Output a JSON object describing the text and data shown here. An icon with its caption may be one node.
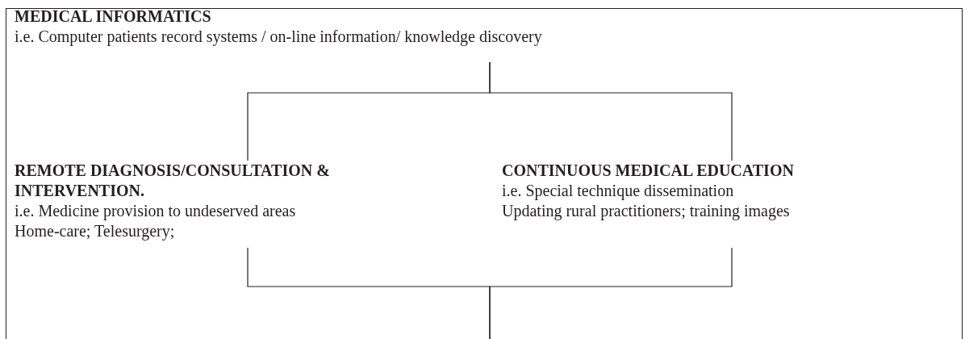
{
  "diagram": {
    "nodes": [
      {
        "text": [
          "MEDICAL INFORMATICS",
          "i.e. Computer patients record systems / on-line information/ knowledge discovery"
        ]
      },
      {
        "text": [
          "REMOTE DIAGNOSIS/CONSULTATION & INTERVENTION.",
          "i.e. Medicine provision to undeserved areas",
          "Home-care; Telesurgery;"
        ]
      },
      {
        "text": [
          "CONTINUOUS MEDICAL EDUCATION",
          "i.e. Special technique dissemination",
          "Updating rural practitioners; training images"
        ]
      }
    ],
    "edges": [
      {
        "from": 0,
        "to": 1,
        "arrow": "none"
      },
      {
        "from": 0,
        "to": 2,
        "arrow": "none"
      },
      {
        "from": 1,
        "to": null,
        "arrow": "none"
      },
      {
        "from": 2,
        "to": null,
        "arrow": "none"
      }
    ]
  }
}
